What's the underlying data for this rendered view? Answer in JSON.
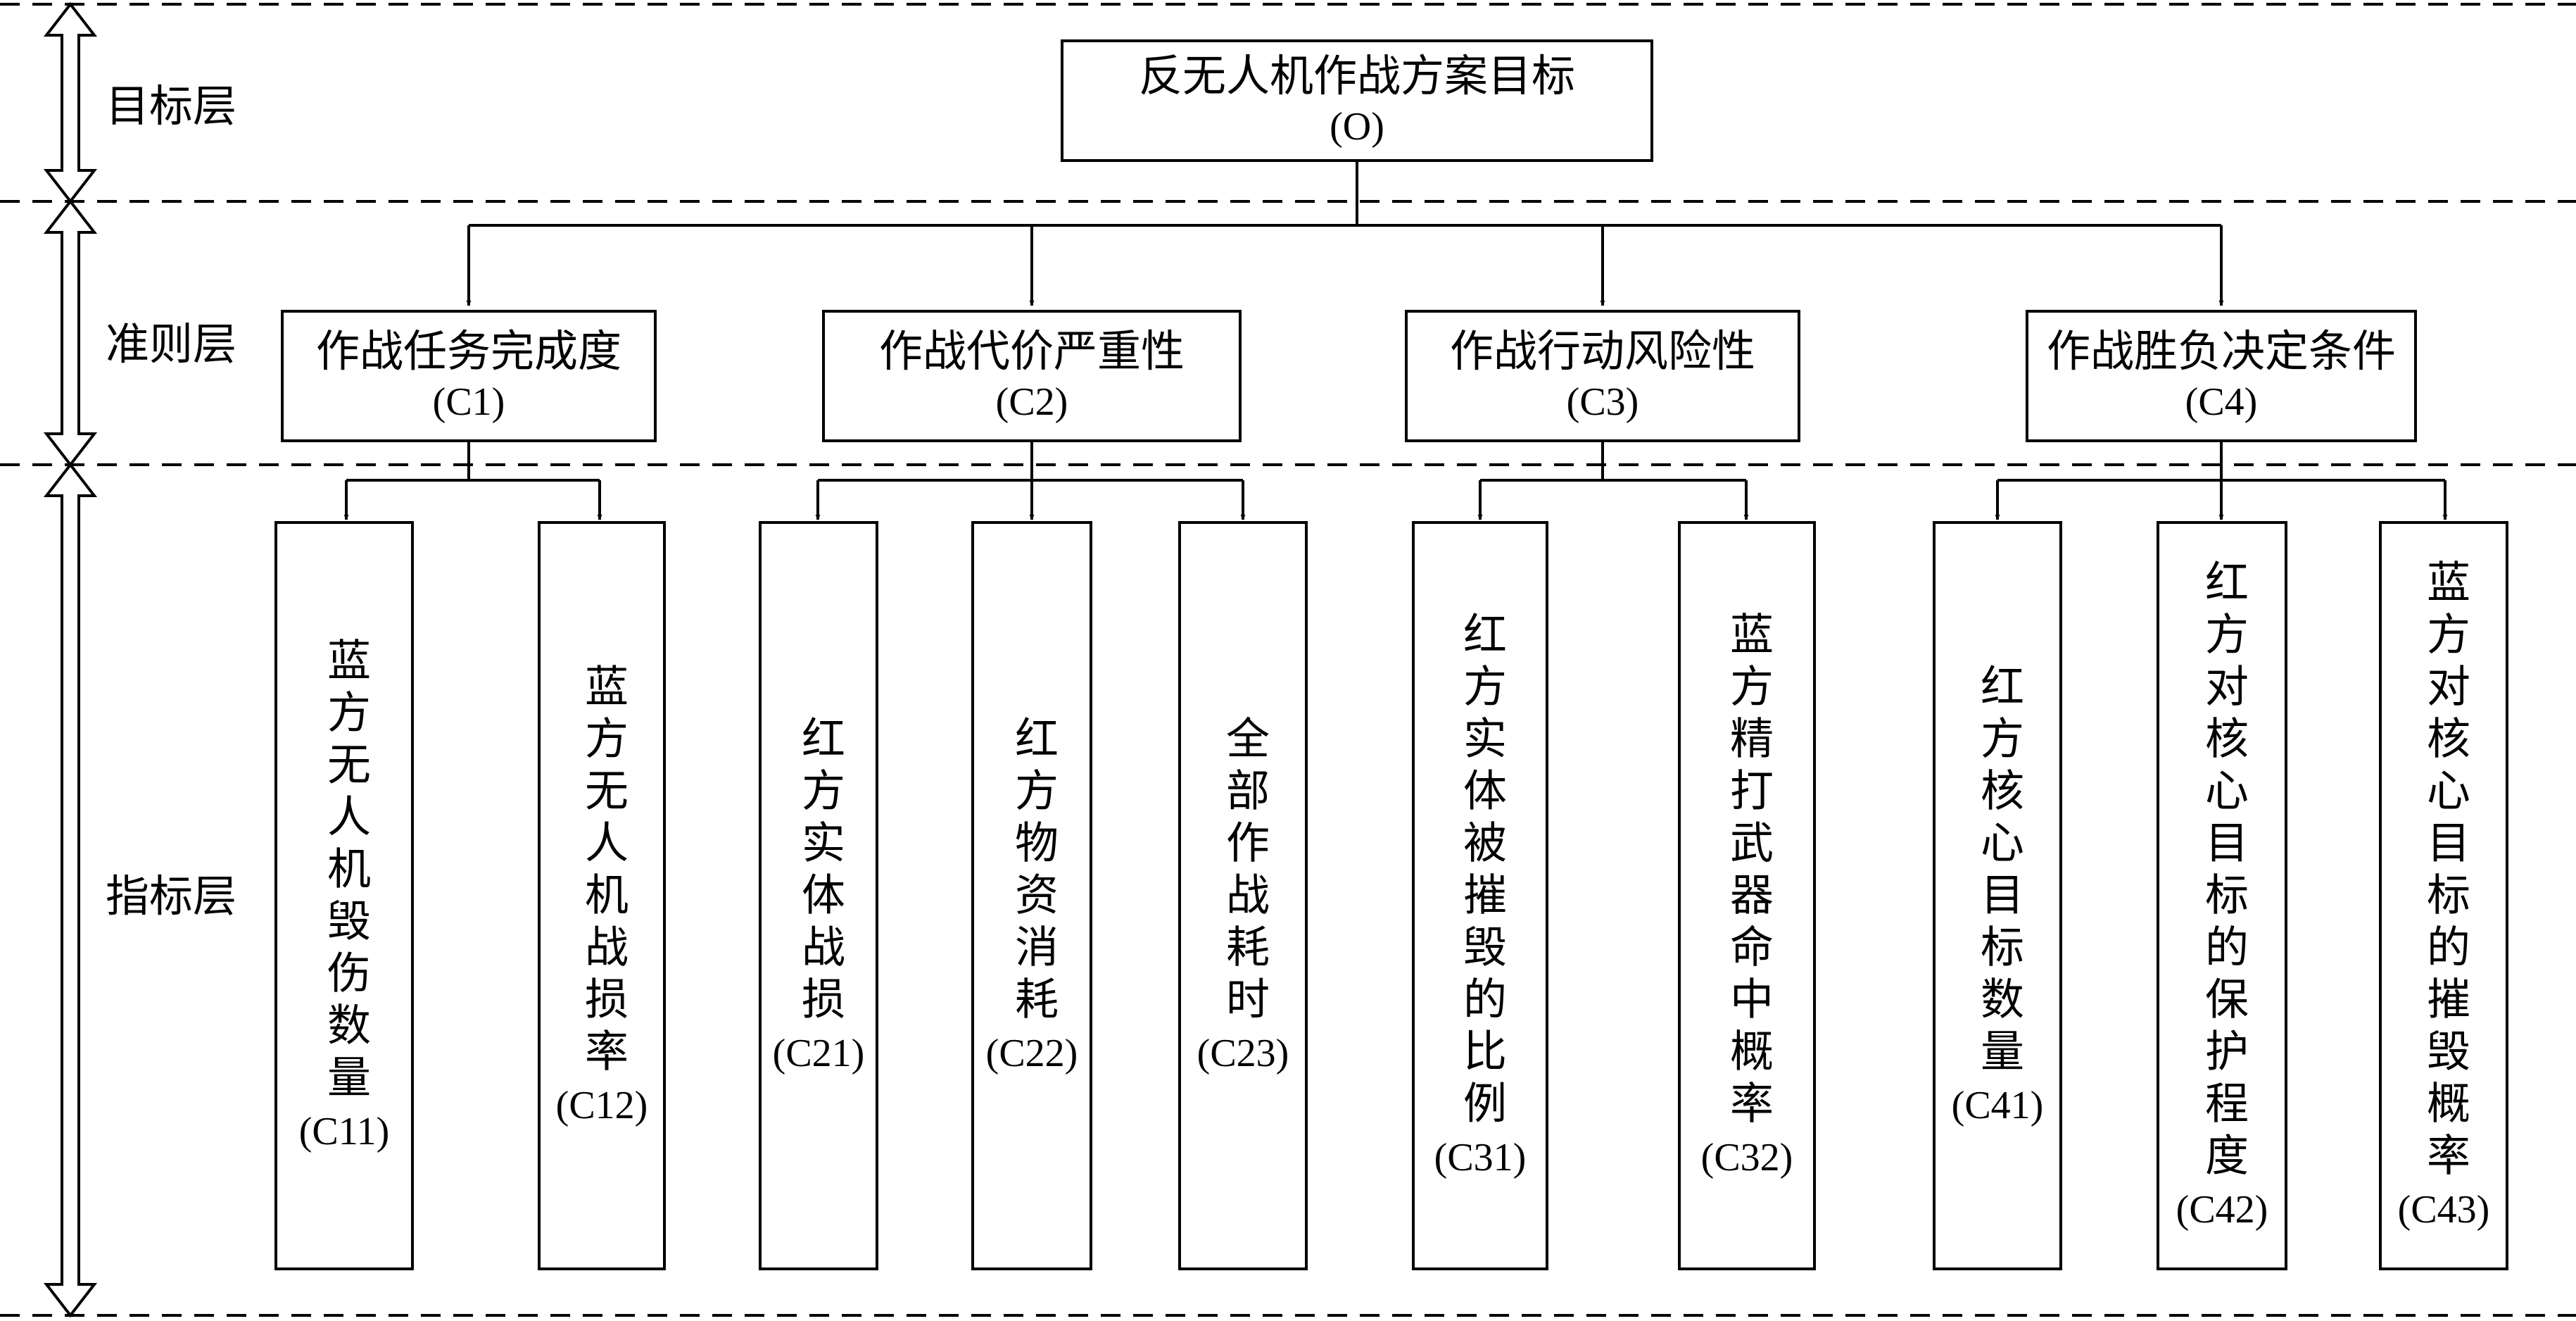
{
  "layers": {
    "goal": "目标层",
    "criteria": "准则层",
    "indicator": "指标层"
  },
  "goal": {
    "title": "反无人机作战方案目标",
    "code": "(O)"
  },
  "criteria": [
    {
      "title": "作战任务完成度",
      "code": "(C1)"
    },
    {
      "title": "作战代价严重性",
      "code": "(C2)"
    },
    {
      "title": "作战行动风险性",
      "code": "(C3)"
    },
    {
      "title": "作战胜负决定条件",
      "code": "(C4)"
    }
  ],
  "indicators": [
    {
      "title": "蓝方无人机毁伤数量",
      "code": "(C11)"
    },
    {
      "title": "蓝方无人机战损率",
      "code": "(C12)"
    },
    {
      "title": "红方实体战损",
      "code": "(C21)"
    },
    {
      "title": "红方物资消耗",
      "code": "(C22)"
    },
    {
      "title": "全部作战耗时",
      "code": "(C23)"
    },
    {
      "title": "红方实体被摧毁的比例",
      "code": "(C31)"
    },
    {
      "title": "蓝方精打武器命中概率",
      "code": "(C32)"
    },
    {
      "title": "红方核心目标数量",
      "code": "(C41)"
    },
    {
      "title": "红方对核心目标的保护程度",
      "code": "(C42)"
    },
    {
      "title": "蓝方对核心目标的摧毁概率",
      "code": "(C43)"
    }
  ]
}
